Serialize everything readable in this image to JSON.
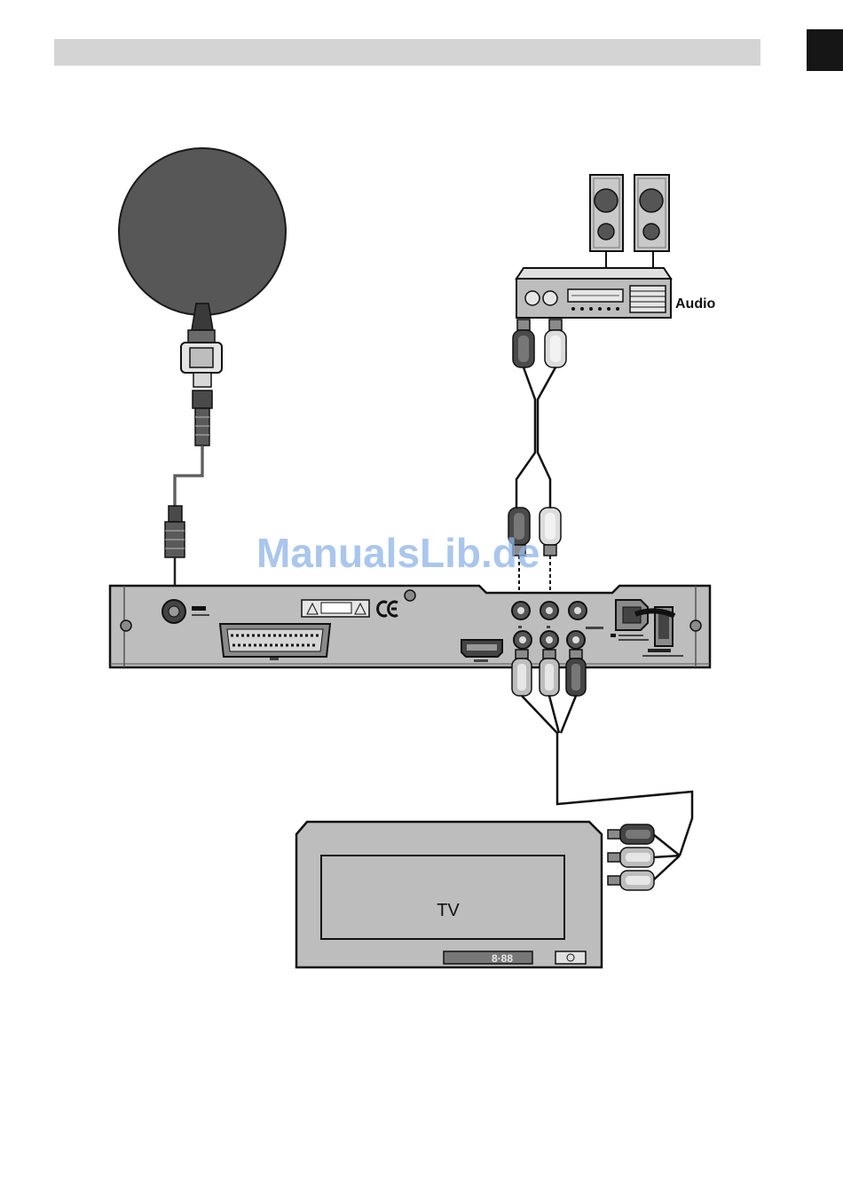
{
  "diagram": {
    "nodes": {
      "audio": {
        "label": "Audio"
      },
      "tv": {
        "label": "TV",
        "display_digits": "8·88"
      }
    },
    "edges": [
      {
        "from": "satellite-dish",
        "to": "receiver-lnb-in",
        "kind": "coax"
      },
      {
        "from": "receiver-audio-lr",
        "to": "audio",
        "kind": "rca-stereo"
      },
      {
        "from": "receiver-video-out",
        "to": "tv",
        "kind": "rca-composite"
      }
    ]
  },
  "watermark": {
    "text": "ManualsLib.de"
  },
  "colors": {
    "header_bar": "#d4d4d4",
    "page_tab": "#161616",
    "dish": "#575757",
    "device": "#bdbdbd",
    "watermark": "#8fb4e6"
  }
}
